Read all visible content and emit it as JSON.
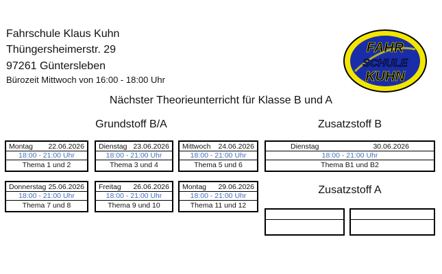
{
  "school": {
    "name": "Fahrschule Klaus Kuhn",
    "street": "Thüngersheimerstr. 29",
    "city": "97261 Güntersleben",
    "office_hours": "Bürozeit Mittwoch von 16:00 - 18:00 Uhr"
  },
  "logo": {
    "line1": "FAHR",
    "line2": "SCHULE",
    "line3": "KUHN",
    "colors": {
      "oval": "#f2e600",
      "border": "#000000",
      "field": "#1a2da8",
      "text": "#000000"
    }
  },
  "heading": "Nächster Theorieunterricht für Klasse B und A",
  "sections": {
    "grundstoff": {
      "title": "Grundstoff B/A",
      "sessions": [
        {
          "day": "Montag",
          "date": "22.06.2026",
          "time": "18:00 - 21:00 Uhr",
          "topic": "Thema 1 und 2"
        },
        {
          "day": "Dienstag",
          "date": "23.06.2026",
          "time": "18:00 - 21:00 Uhr",
          "topic": "Thema 3 und 4"
        },
        {
          "day": "Mittwoch",
          "date": "24.06.2026",
          "time": "18:00 - 21:00 Uhr",
          "topic": "Thema 5 und 6"
        },
        {
          "day": "Donnerstag",
          "date": "25.06.2026",
          "time": "18:00 - 21:00 Uhr",
          "topic": "Thema 7 und 8"
        },
        {
          "day": "Freitag",
          "date": "26.06.2026",
          "time": "18:00 - 21:00 Uhr",
          "topic": "Thema 9 und 10"
        },
        {
          "day": "Montag",
          "date": "29.06.2026",
          "time": "18:00 - 21:00 Uhr",
          "topic": "Thema 11 und 12"
        }
      ]
    },
    "zusatzstoff_b": {
      "title": "Zusatzstoff B",
      "sessions": [
        {
          "day": "Dienstag",
          "date": "30.06.2026",
          "time": "18:00 - 21:00 Uhr",
          "topic": "Thema B1 und B2"
        }
      ]
    },
    "zusatzstoff_a": {
      "title": "Zusatzstoff A",
      "sessions": []
    }
  },
  "colors": {
    "time_text": "#3f6fbf",
    "border": "#000000"
  }
}
